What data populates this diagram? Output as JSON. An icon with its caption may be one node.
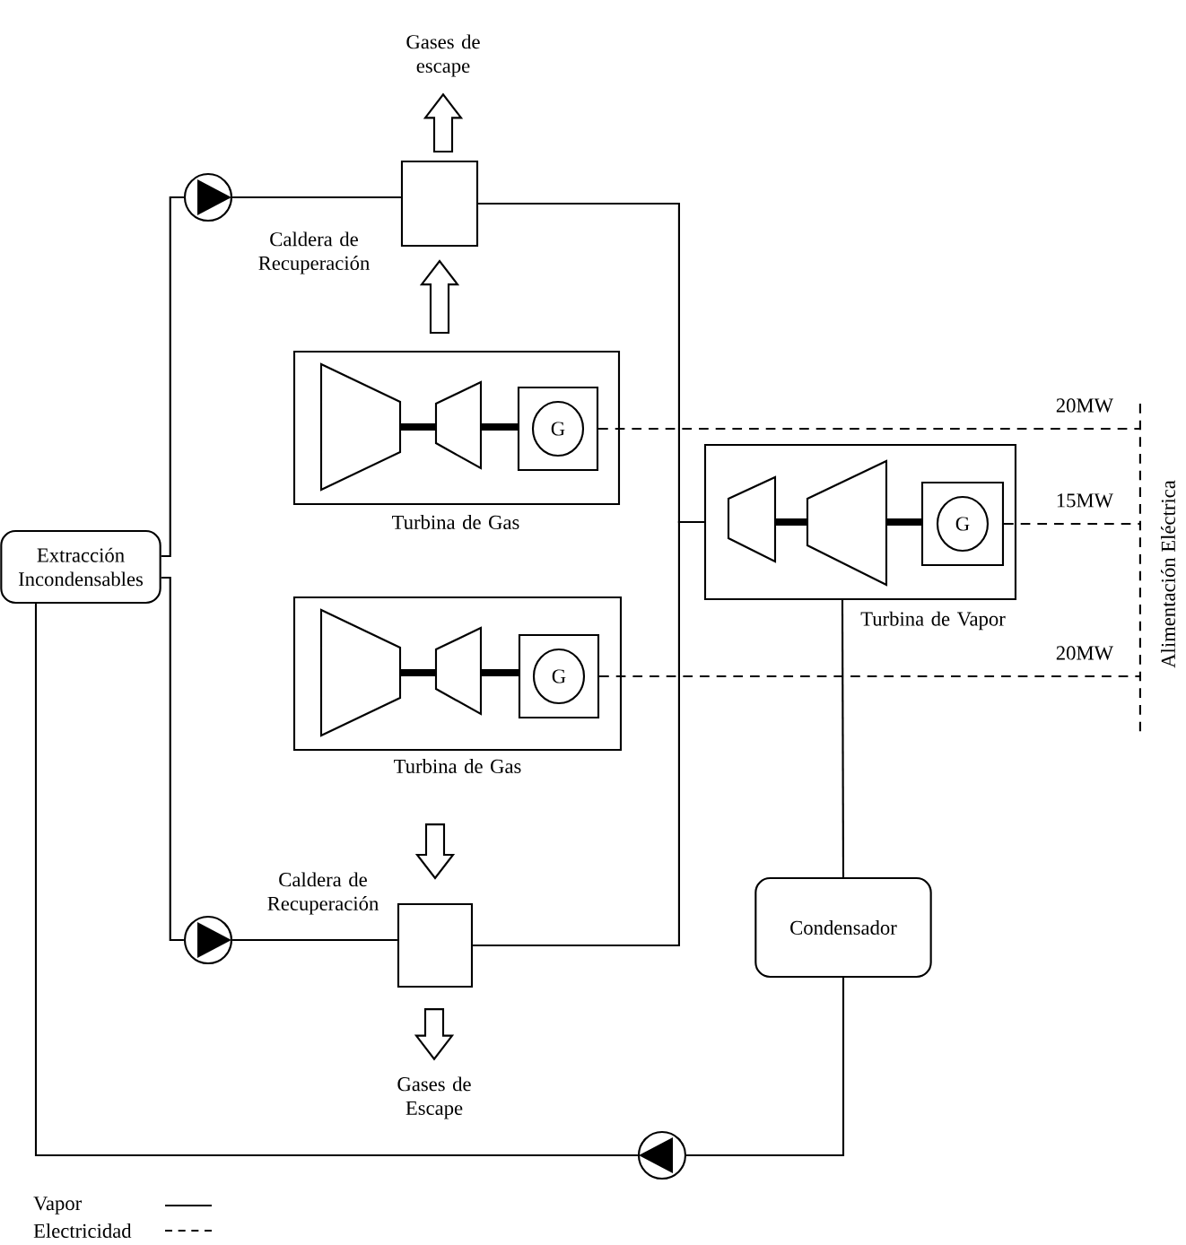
{
  "diagram": {
    "nodes": [
      {
        "text": [
          "Gases de escape"
        ]
      },
      {
        "text": [],
        "shape": "circle"
      },
      {
        "text": [],
        "shape": "box",
        "beside": [
          "Caldera de Recuperación"
        ]
      },
      {
        "text": [],
        "shape": "box",
        "beside": [
          "Turbina de Gas"
        ]
      },
      {
        "text": [
          "G"
        ],
        "in": 3
      },
      {
        "text": [
          "Extracción Incondensables"
        ]
      },
      {
        "text": [],
        "shape": "box",
        "beside": [
          "Turbina de Vapor"
        ]
      },
      {
        "text": [
          "G"
        ],
        "in": 6
      },
      {
        "text": [
          "Alimentación Eléctrica"
        ]
      },
      {
        "text": [],
        "shape": "box",
        "beside": [
          "Turbina de Gas"
        ]
      },
      {
        "text": [
          "G"
        ],
        "in": 9
      },
      {
        "text": [],
        "shape": "circle"
      },
      {
        "text": [],
        "shape": "box",
        "beside": [
          "Caldera de Recuperación"
        ]
      },
      {
        "text": [
          "Condensador"
        ]
      },
      {
        "text": [
          "Gases de Escape"
        ]
      },
      {
        "text": [],
        "shape": "circle"
      }
    ],
    "edges": [
      {
        "from": 2,
        "to": 0,
        "arrow": "to"
      },
      {
        "from": 3,
        "to": 2,
        "arrow": "to"
      },
      {
        "from": 9,
        "to": 12,
        "arrow": "to"
      },
      {
        "from": 12,
        "to": 14,
        "arrow": "to"
      },
      {
        "from": 5,
        "to": 1,
        "arrow": "none"
      },
      {
        "from": 5,
        "to": 11,
        "arrow": "none"
      },
      {
        "from": 1,
        "to": 2,
        "arrow": "none"
      },
      {
        "from": 11,
        "to": 12,
        "arrow": "none"
      },
      {
        "from": 2,
        "to": 6,
        "arrow": "none"
      },
      {
        "from": 12,
        "to": 6,
        "arrow": "none"
      },
      {
        "from": 6,
        "to": 13,
        "arrow": "none"
      },
      {
        "from": 13,
        "to": 15,
        "arrow": "none"
      },
      {
        "from": 15,
        "to": 5,
        "arrow": "none"
      },
      {
        "from": 4,
        "to": 8,
        "arrow": "none",
        "style": "dashed",
        "label": "20MW"
      },
      {
        "from": 7,
        "to": 8,
        "arrow": "none",
        "style": "dashed",
        "label": "15MW"
      },
      {
        "from": 10,
        "to": 8,
        "arrow": "none",
        "style": "dashed",
        "label": "20MW"
      }
    ],
    "legend": [
      {
        "text": "Vapor"
      },
      {
        "text": "Electricidad"
      }
    ]
  }
}
